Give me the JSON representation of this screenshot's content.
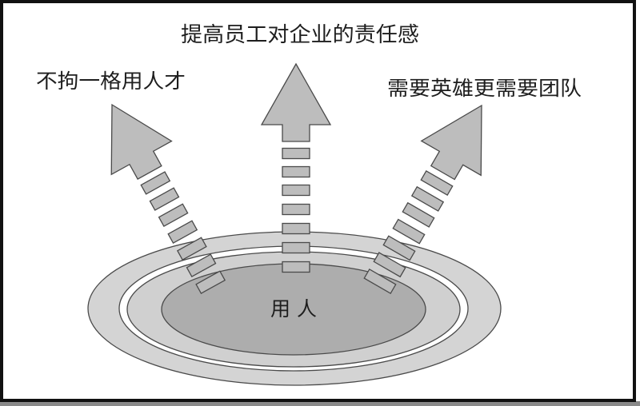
{
  "diagram": {
    "type": "concept-diagram",
    "center_label": "用 人",
    "arrows": [
      {
        "id": "left",
        "label": "不拘一格用人才",
        "direction": "up-left",
        "segments": 7
      },
      {
        "id": "middle",
        "label": "提高员工对企业的责任感",
        "direction": "up",
        "segments": 7
      },
      {
        "id": "right",
        "label": "需要英雄更需要团队",
        "direction": "up-right",
        "segments": 7
      }
    ],
    "rings": [
      "outer-ring",
      "white-band",
      "inner-core"
    ]
  },
  "colors": {
    "background": "#ffffff",
    "frame": "#111111",
    "outer_ring": "#d4d4d4",
    "middle_ring": "#d0d0d0",
    "inner_core": "#adadad",
    "arrow_fill": "#bdbdbd",
    "stroke": "#4a4a4a",
    "text": "#1e1e1e"
  }
}
